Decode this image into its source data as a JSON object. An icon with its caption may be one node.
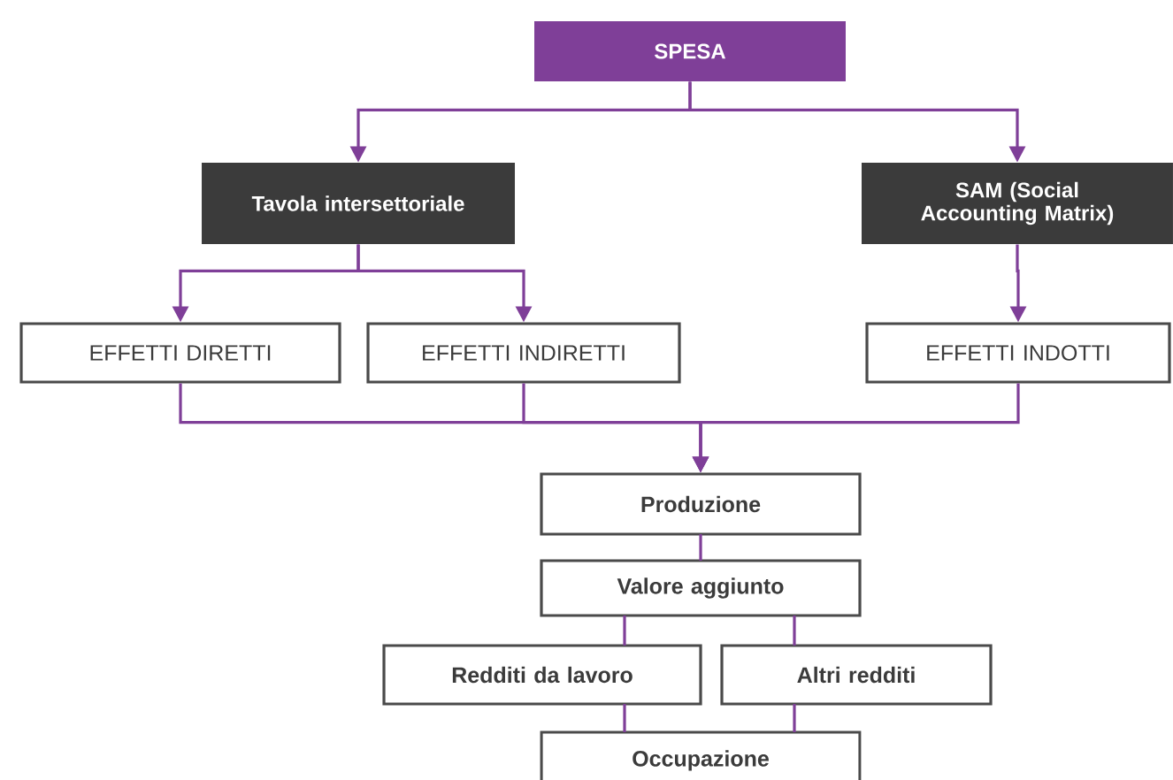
{
  "diagram": {
    "nodes": [
      {
        "text": [
          "SPESA"
        ]
      },
      {
        "text": [
          "Tavola intersettoriale"
        ]
      },
      {
        "text": [
          "SAM (Social Accounting Matrix)"
        ]
      },
      {
        "text": [
          "EFFETTI DIRETTI"
        ]
      },
      {
        "text": [
          "EFFETTI INDIRETTI"
        ]
      },
      {
        "text": [
          "EFFETTI INDOTTI"
        ]
      },
      {
        "text": [
          "Produzione"
        ]
      },
      {
        "text": [
          "Valore aggiunto"
        ]
      },
      {
        "text": [
          "Redditi da lavoro"
        ]
      },
      {
        "text": [
          "Altri redditi"
        ]
      },
      {
        "text": [
          "Occupazione"
        ]
      }
    ],
    "edges": [
      {
        "from": 0,
        "to": 1,
        "arrow": "to"
      },
      {
        "from": 0,
        "to": 2,
        "arrow": "to"
      },
      {
        "from": 1,
        "to": 3,
        "arrow": "to"
      },
      {
        "from": 1,
        "to": 4,
        "arrow": "to"
      },
      {
        "from": 2,
        "to": 5,
        "arrow": "to"
      },
      {
        "from": 3,
        "to": 6,
        "arrow": "to"
      },
      {
        "from": 4,
        "to": 6,
        "arrow": "to"
      },
      {
        "from": 5,
        "to": 6,
        "arrow": "to"
      },
      {
        "from": 6,
        "to": 7,
        "arrow": "none"
      },
      {
        "from": 7,
        "to": 8,
        "arrow": "none"
      },
      {
        "from": 7,
        "to": 9,
        "arrow": "none"
      },
      {
        "from": 8,
        "to": 10,
        "arrow": "none"
      },
      {
        "from": 9,
        "to": 10,
        "arrow": "none"
      }
    ]
  }
}
